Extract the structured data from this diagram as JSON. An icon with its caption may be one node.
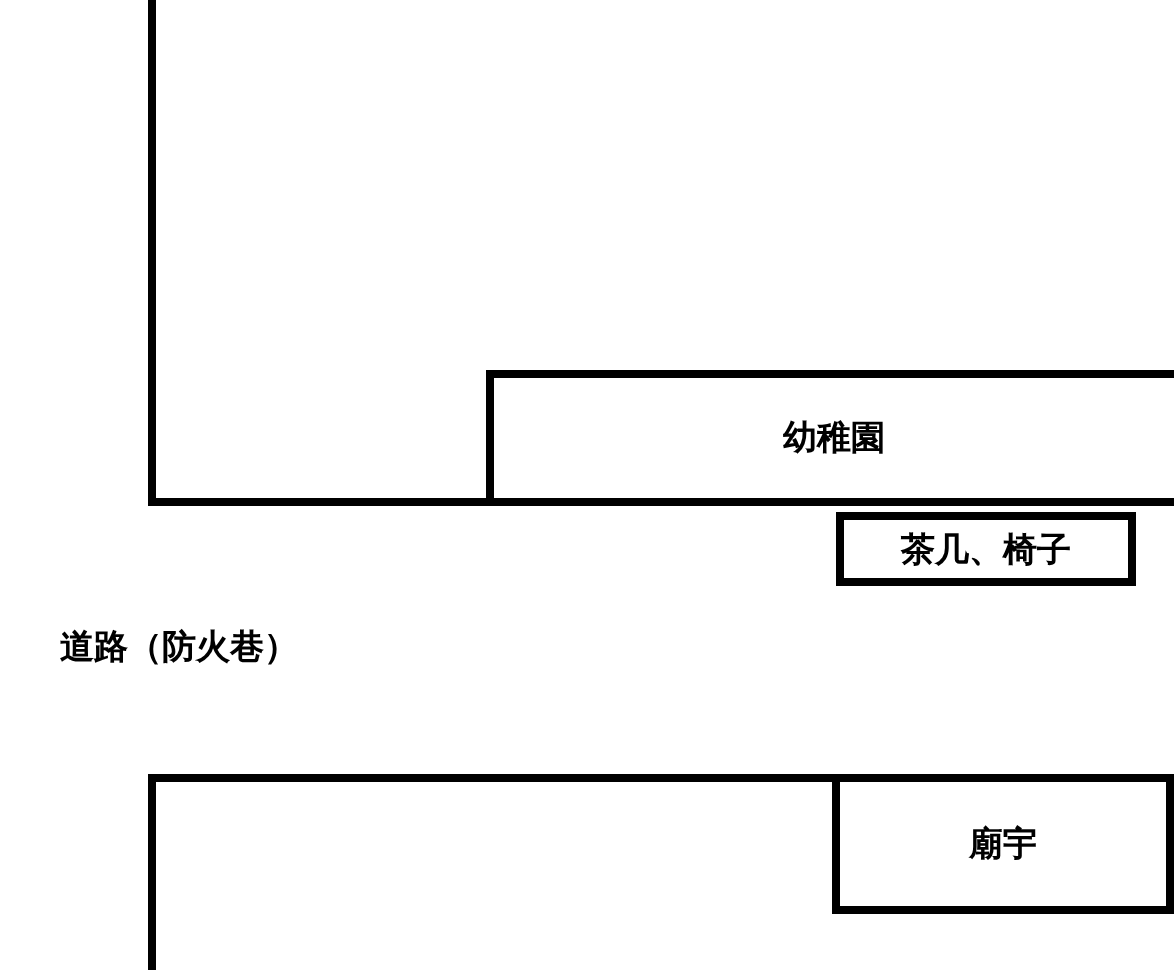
{
  "diagram": {
    "nodes": [
      {
        "text": [],
        "shape": "box"
      },
      {
        "text": [
          "幼稚園"
        ],
        "in": 0
      },
      {
        "text": [
          "茶几、椅子"
        ]
      },
      {
        "text": [],
        "shape": "box"
      },
      {
        "text": [
          "廟宇"
        ],
        "in": 3
      }
    ],
    "labels": [
      "道路（防火巷）"
    ]
  }
}
